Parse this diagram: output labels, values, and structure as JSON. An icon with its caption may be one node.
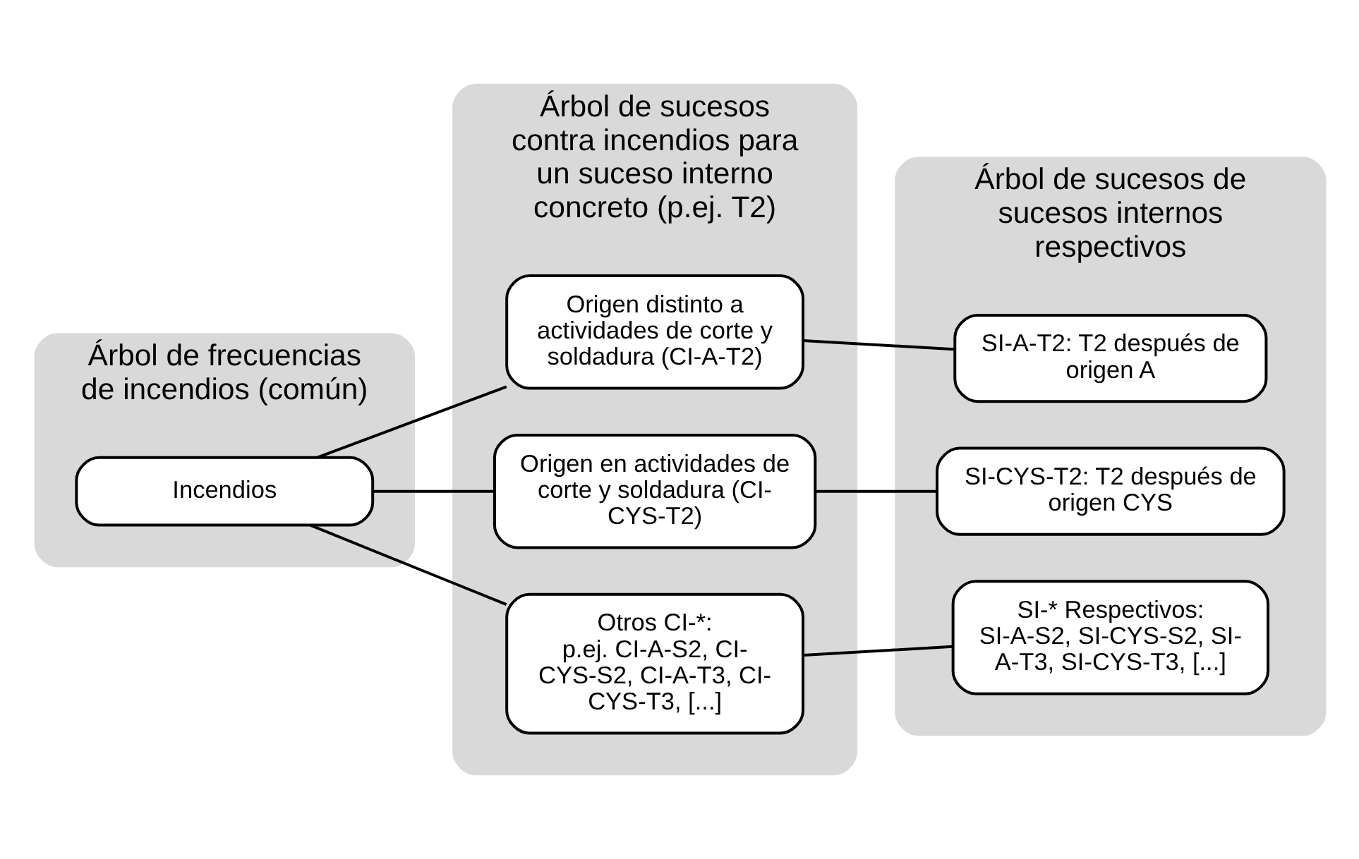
{
  "diagram": {
    "nodes": [
      {
        "text": [
          "Árbol de frecuencias de incendios (común)"
        ]
      },
      {
        "text": [
          "Incendios"
        ],
        "in": 0
      },
      {
        "text": [
          "Árbol de sucesos contra incendios para un suceso interno concreto (p.ej. T2)"
        ]
      },
      {
        "text": [
          "Origen distinto a actividades de corte y soldadura (CI-A-T2)"
        ],
        "in": 2
      },
      {
        "text": [
          "Origen en actividades de corte y soldadura (CI-CYS-T2)"
        ],
        "in": 2
      },
      {
        "text": [
          "Otros CI-*:",
          "p.ej. CI-A-S2, CI-CYS-S2, CI-A-T3, CI-CYS-T3, [...]"
        ],
        "in": 2
      },
      {
        "text": [
          "Árbol de sucesos de sucesos internos respectivos"
        ]
      },
      {
        "text": [
          "SI-A-T2: T2 después de origen A"
        ],
        "in": 6
      },
      {
        "text": [
          "SI-CYS-T2: T2 después de origen CYS"
        ],
        "in": 6
      },
      {
        "text": [
          "SI-* Respectivos:",
          "SI-A-S2, SI-CYS-S2, SI-A-T3, SI-CYS-T3, [...]"
        ],
        "in": 6
      }
    ],
    "edges": [
      {
        "from": 1,
        "to": 3,
        "arrow": "none"
      },
      {
        "from": 1,
        "to": 4,
        "arrow": "none"
      },
      {
        "from": 1,
        "to": 5,
        "arrow": "none"
      },
      {
        "from": 3,
        "to": 7,
        "arrow": "none"
      },
      {
        "from": 4,
        "to": 8,
        "arrow": "none"
      },
      {
        "from": 5,
        "to": 9,
        "arrow": "none"
      }
    ]
  }
}
